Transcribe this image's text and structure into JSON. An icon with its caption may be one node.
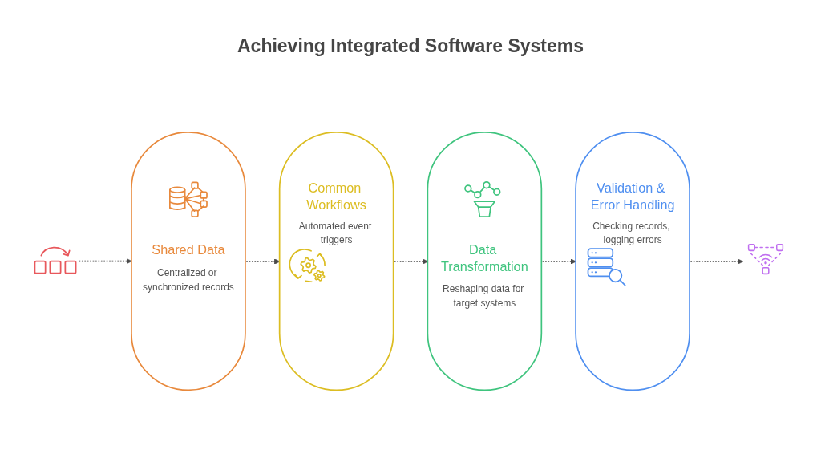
{
  "diagram": {
    "title": "Achieving Integrated Software Systems",
    "nodes": [
      {
        "text": [],
        "shape": "picture"
      },
      {
        "text": [
          "Shared Data",
          "Centralized or synchronized records"
        ]
      },
      {
        "text": [
          "Common Workflows",
          "Automated event triggers"
        ]
      },
      {
        "text": [
          "Data Transformation",
          "Reshaping data for target systems"
        ]
      },
      {
        "text": [
          "Validation & Error Handling",
          "Checking records, logging errors"
        ]
      },
      {
        "text": [],
        "shape": "picture"
      }
    ],
    "edges": [
      {
        "from": 0,
        "to": 1,
        "arrow": "to",
        "style": "dashed"
      },
      {
        "from": 1,
        "to": 2,
        "arrow": "to",
        "style": "dashed"
      },
      {
        "from": 2,
        "to": 3,
        "arrow": "to",
        "style": "dashed"
      },
      {
        "from": 3,
        "to": 4,
        "arrow": "to",
        "style": "dashed"
      },
      {
        "from": 4,
        "to": 5,
        "arrow": "to",
        "style": "dashed"
      }
    ]
  }
}
